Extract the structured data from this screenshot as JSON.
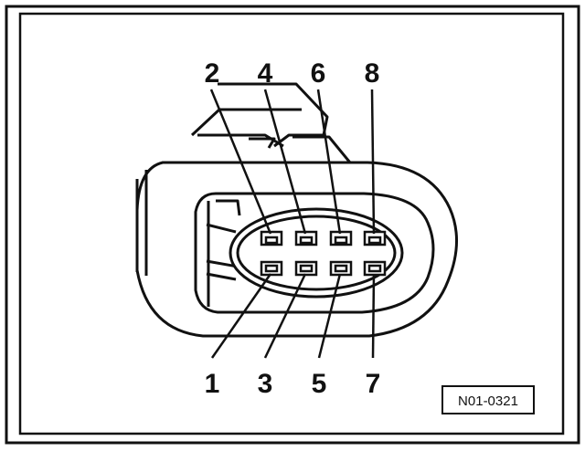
{
  "pins_top": [
    "2",
    "4",
    "6",
    "8"
  ],
  "pins_bottom": [
    "1",
    "3",
    "5",
    "7"
  ],
  "reference": "N01-0321",
  "colors": {
    "ink": "#111111",
    "paper": "#ffffff"
  }
}
